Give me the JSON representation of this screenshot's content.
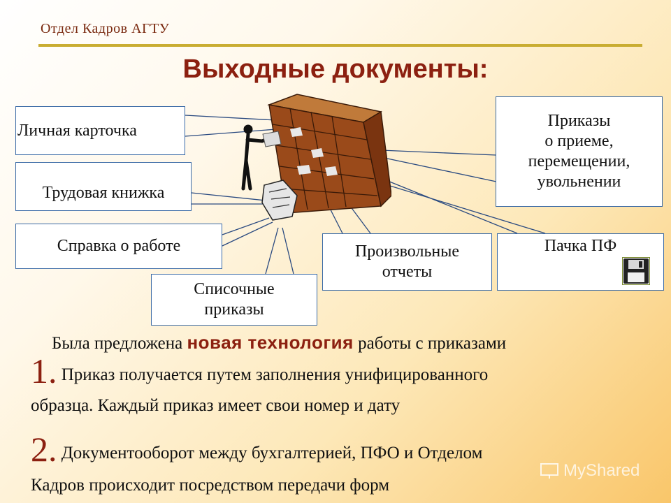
{
  "header": {
    "org": "Отдел Кадров АГТУ"
  },
  "slide": {
    "title": "Выходные документы:"
  },
  "boxes": {
    "personal_card": "Личная карточка",
    "work_book": "Трудовая книжка",
    "work_certificate": "Справка о работе",
    "list_orders_line1": "Списочные",
    "list_orders_line2": "приказы",
    "orders_line1": "Приказы",
    "orders_line2": "о приеме,",
    "orders_line3": "перемещении,",
    "orders_line4": "увольнении",
    "arbitrary_reports_line1": "Произвольные",
    "arbitrary_reports_line2": "отчеты",
    "pf_pack": "Пачка ПФ"
  },
  "body": {
    "intro_before": "Была предложена ",
    "intro_highlight": "новая технология",
    "intro_after": " работы с приказами",
    "item1_num": "1.",
    "item1_text_a": " Приказ получается путем заполнения  унифицированного",
    "item1_text_b": "образца. Каждый приказ имеет свои номер и дату",
    "item2_num": "2.",
    "item2_text_a": " Документооборот между бухгалтерией, ПФО и Отделом",
    "item2_text_b": "Кадров происходит посредством передачи форм"
  },
  "watermark": {
    "text": "MyShared"
  },
  "colors": {
    "accent": "#8c2010",
    "rule": "#c9ad32",
    "box_border": "#3a6aa6",
    "shelf": "#9a4a1a"
  },
  "icons": [
    "person-icon",
    "cabinet-icon",
    "papers-icon",
    "floppy-disk-icon"
  ]
}
